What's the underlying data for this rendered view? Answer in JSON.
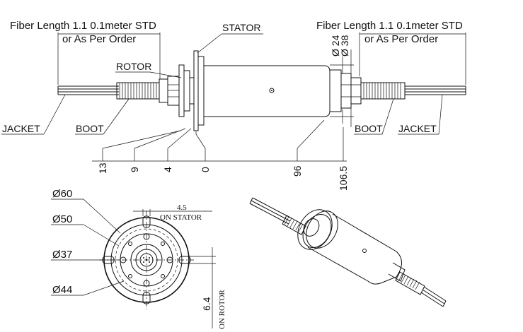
{
  "labels": {
    "fiber_left_line1": "Fiber Length 1.1 0.1meter STD",
    "fiber_left_line2": "or As Per Order",
    "fiber_right_line1": "Fiber Length 1.1 0.1meter STD",
    "fiber_right_line2": "or As Per Order",
    "stator": "STATOR",
    "rotor": "ROTOR",
    "jacket_left": "JACKET",
    "boot_left": "BOOT",
    "boot_right": "BOOT",
    "jacket_right": "JACKET",
    "dia_24": "Ø 24",
    "dia_38": "Ø 38"
  },
  "dimensions": {
    "d13": "13",
    "d9": "9",
    "d4": "4",
    "d0": "0",
    "d96": "96",
    "d1065": "106.5"
  },
  "end_view": {
    "dia_60": "Ø60",
    "dia_50": "Ø50",
    "dia_37": "Ø37",
    "dia_44": "Ø44",
    "slot_stator_value": "4.5",
    "slot_stator_label": "ON STATOR",
    "slot_rotor_value": "6.4",
    "slot_rotor_label": "ON ROTOR"
  },
  "colors": {
    "ink": "#111111",
    "background": "#ffffff"
  }
}
